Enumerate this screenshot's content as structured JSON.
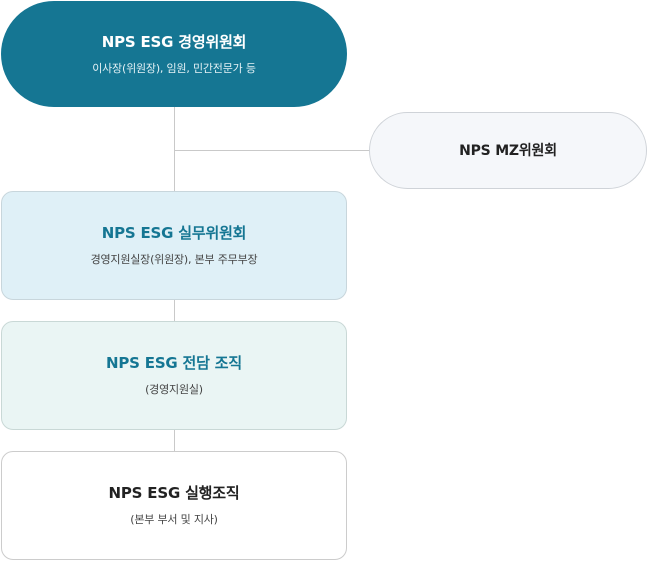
{
  "nodes": {
    "executive": {
      "title": "NPS ESG 경영위원회",
      "subtitle": "이사장(위원장), 임원, 민간전문가 등"
    },
    "mz": {
      "title": "NPS MZ위원회"
    },
    "working": {
      "title": "NPS ESG 실무위원회",
      "subtitle": "경영지원실장(위원장), 본부 주무부장"
    },
    "dedicated": {
      "title": "NPS ESG 전담 조직",
      "subtitle": "(경영지원실)"
    },
    "execution": {
      "title": "NPS ESG 실행조직",
      "subtitle": "(본부 부서 및 지사)"
    }
  },
  "colors": {
    "executive_fill": "#157693",
    "accent_text": "#157693",
    "working_fill": "#dff0f7",
    "dedicated_fill": "#eaf5f4",
    "mz_fill": "#f5f7fa",
    "connector": "#c9c9c9"
  }
}
